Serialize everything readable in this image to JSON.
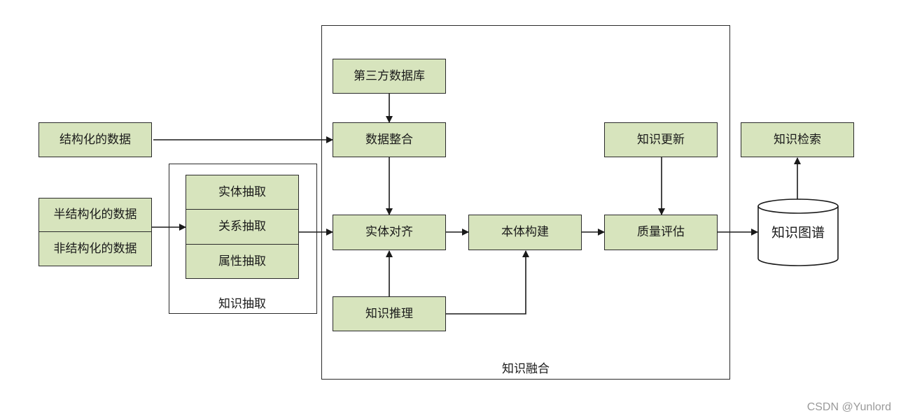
{
  "containers": {
    "extraction": {
      "label": "知识抽取"
    },
    "fusion": {
      "label": "知识融合"
    }
  },
  "nodes": {
    "structured_data": "结构化的数据",
    "semi_structured_data": "半结构化的数据",
    "unstructured_data": "非结构化的数据",
    "entity_extraction": "实体抽取",
    "relation_extraction": "关系抽取",
    "attribute_extraction": "属性抽取",
    "third_party_db": "第三方数据库",
    "data_integration": "数据整合",
    "entity_alignment": "实体对齐",
    "knowledge_reasoning": "知识推理",
    "ontology_construction": "本体构建",
    "knowledge_update": "知识更新",
    "quality_assessment": "质量评估",
    "knowledge_retrieval": "知识检索",
    "knowledge_graph": "知识图谱"
  },
  "colors": {
    "box_fill": "#d7e4bd",
    "stroke": "#2a2a2a"
  },
  "watermark": "CSDN @Yunlord"
}
